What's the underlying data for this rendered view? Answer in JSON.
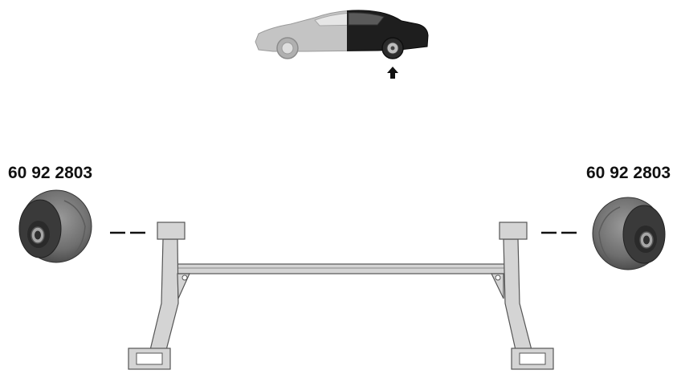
{
  "parts": {
    "left": {
      "part_number": "60 92 2803"
    },
    "right": {
      "part_number": "60 92 2803"
    }
  },
  "car_icon": {
    "icon": "car-rear-axle-indicator-icon",
    "highlight": "rear"
  },
  "colors": {
    "car_front_faded": "#bdbdbd",
    "car_rear_dark": "#1c1c1c",
    "subframe_fill": "#d4d4d4",
    "subframe_stroke": "#555555",
    "bushing_dark": "#3a3a3a",
    "bushing_light": "#8a8a8a"
  }
}
